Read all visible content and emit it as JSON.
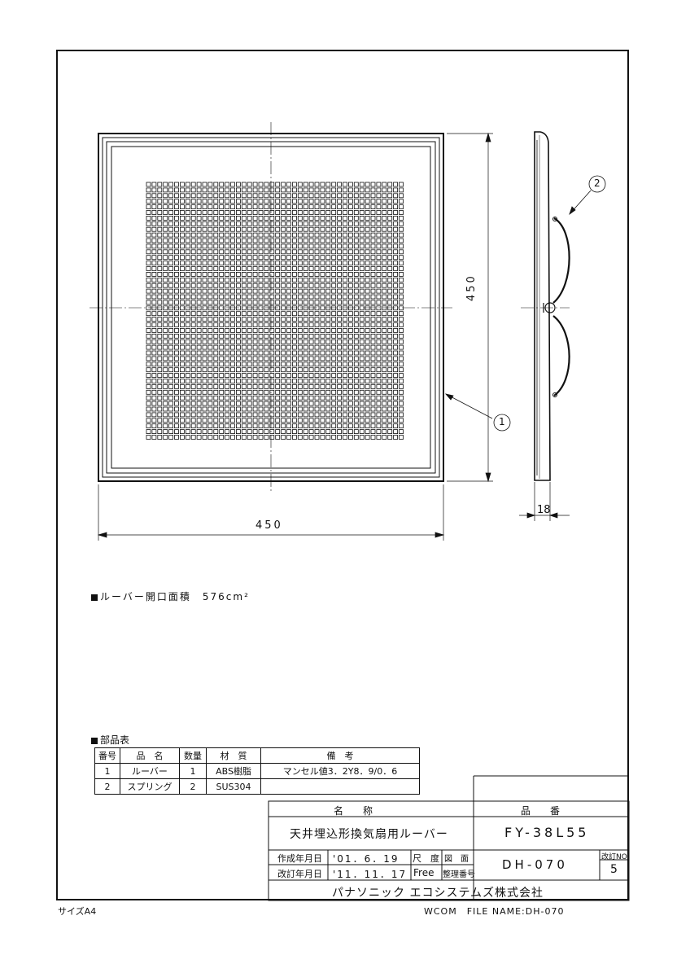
{
  "dimensions": {
    "width": "450",
    "height": "450",
    "depth": "18"
  },
  "balloons": {
    "part1": "1",
    "part2": "2"
  },
  "note": {
    "text": "ルーバー開口面積",
    "value": "576cm²"
  },
  "parts_table": {
    "title": "部品表",
    "headers": [
      "番号",
      "品　名",
      "数量",
      "材　質",
      "備　考"
    ],
    "rows": [
      [
        "1",
        "ルーバー",
        "1",
        "ABS樹脂",
        "マンセル値3．2Y8．9/0．6"
      ],
      [
        "2",
        "スプリング",
        "2",
        "SUS304",
        ""
      ]
    ]
  },
  "title_block": {
    "name_label": "名　　称",
    "name_value": "天井埋込形換気扇用ルーバー",
    "part_no_label": "品　　番",
    "part_no_value": "FY-38L55",
    "created_label": "作成年月日",
    "created_value": "'01．6．19",
    "revised_label": "改訂年月日",
    "revised_value": "'11．11．17",
    "scale_label": "尺　度",
    "scale_value": "Free",
    "drawing_label": "図　面",
    "drawing_label2": "整理番号",
    "drawing_no": "DH-070",
    "revision_label": "改訂NO",
    "revision_value": "5",
    "company": "パナソニック エコシステムズ株式会社"
  },
  "footer": {
    "size": "サイズA4",
    "file": "WCOM　FILE NAME:DH-070"
  }
}
